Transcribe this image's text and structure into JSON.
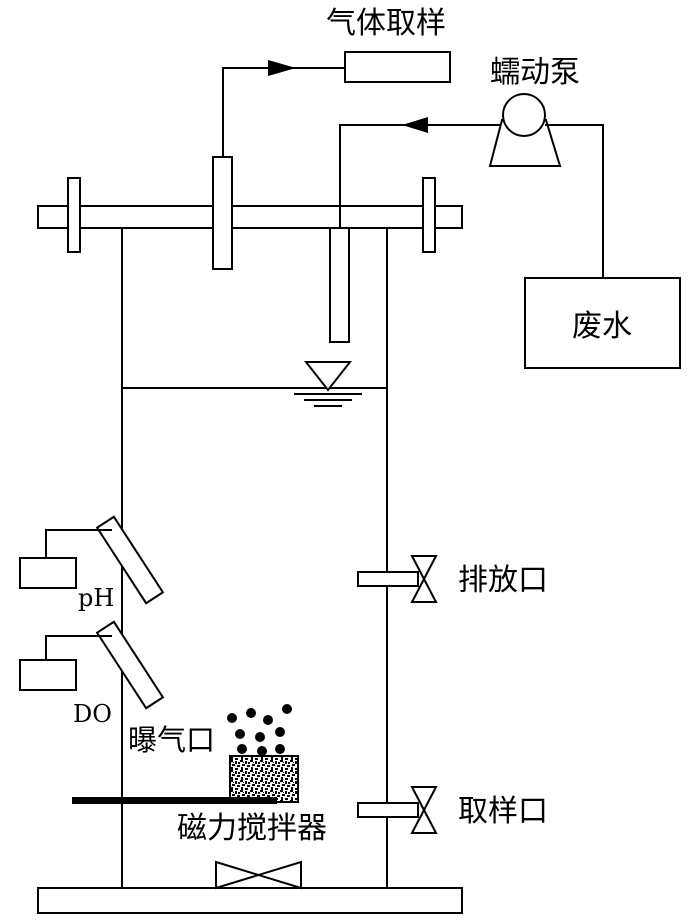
{
  "labels": {
    "gas_sampling": "气体取样",
    "peristaltic_pump": "蠕动泵",
    "wastewater": "废水",
    "drain_port": "排放口",
    "sampling_port": "取样口",
    "ph": "pH",
    "do": "DO",
    "aeration_port": "曝气口",
    "magnetic_stirrer": "磁力搅拌器"
  },
  "colors": {
    "line": "#000000",
    "background": "#ffffff"
  }
}
